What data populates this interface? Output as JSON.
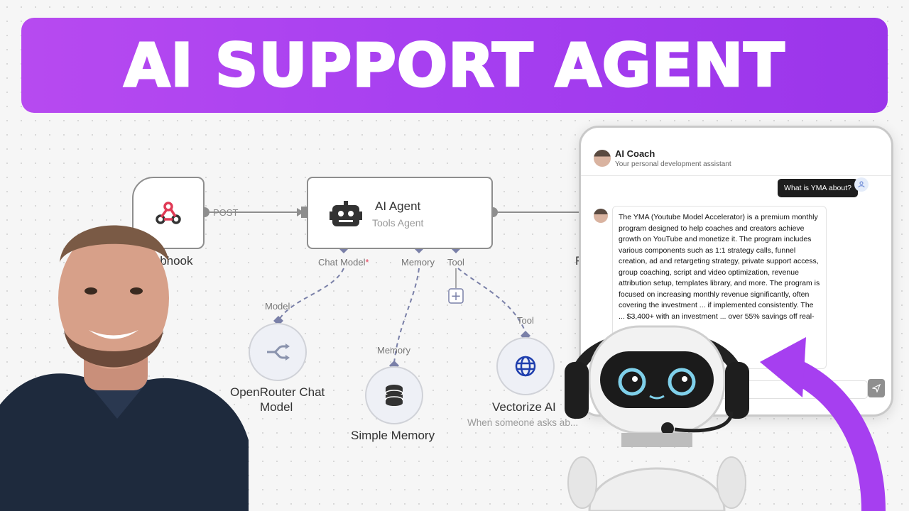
{
  "banner": {
    "title": "AI SUPPORT AGENT"
  },
  "workflow": {
    "webhook": {
      "label": "Webhook",
      "connector_label": "POST"
    },
    "agent": {
      "title": "AI Agent",
      "subtitle": "Tools Agent"
    },
    "ports": {
      "chat_model": "Chat Model",
      "required_mark": "*",
      "memory": "Memory",
      "tool": "Tool"
    },
    "cut_off_label": "R",
    "subnodes": {
      "openrouter": {
        "port_label": "Model",
        "label_line1": "OpenRouter Chat",
        "label_line2": "Model"
      },
      "memory": {
        "port_label": "Memory",
        "label": "Simple Memory"
      },
      "vectorize": {
        "port_label": "Tool",
        "label": "Vectorize AI",
        "sublabel": "When someone asks ab..."
      }
    }
  },
  "chat": {
    "name": "AI Coach",
    "subtitle": "Your personal development assistant",
    "user_message": "What is YMA about?",
    "bot_message": "The YMA (Youtube Model Accelerator) is a premium monthly program designed to help coaches and creators achieve growth on YouTube and monetize it. The program includes various components such as 1:1 strategy calls, funnel creation, ad and retargeting strategy, private support access, group coaching, script and video optimization, revenue attribution setup, templates library, and more. The program is focused on increasing monthly revenue significantly, often covering the investment ... if implemented consistently. The ... $3,400+ with an investment ... over 55% savings off real-"
  },
  "colors": {
    "accent": "#a63ff0",
    "node_border": "#8e8e8e",
    "port": "#7a80a8"
  }
}
